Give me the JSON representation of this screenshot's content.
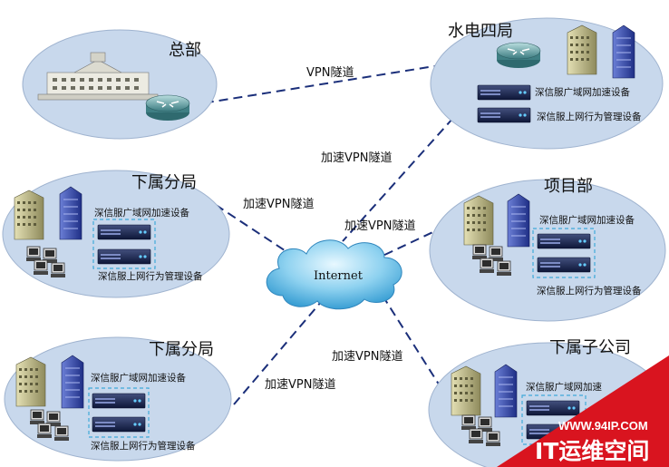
{
  "colors": {
    "ellipse_fill": "#c8d8ec",
    "ellipse_stroke": "#9fb3cf",
    "dash": "#1b2f7a",
    "watermark": "#d9141f"
  },
  "sites": {
    "hq": {
      "title": "总部"
    },
    "water": {
      "title": "水电四局",
      "device_wan": "深信服广域网加速设备",
      "device_behavior": "深信服上网行为管理设备"
    },
    "branch1": {
      "title": "下属分局",
      "device_wan": "深信服广域网加速设备",
      "device_behavior": "深信服上网行为管理设备"
    },
    "project": {
      "title": "项目部",
      "device_wan": "深信服广域网加速设备",
      "device_behavior": "深信服上网行为管理设备"
    },
    "branch2": {
      "title": "下属分局",
      "device_wan": "深信服广域网加速设备",
      "device_behavior": "深信服上网行为管理设备"
    },
    "sub": {
      "title": "下属子公司",
      "device_wan": "深信服广域网加速"
    }
  },
  "cloud": {
    "label": "Internet"
  },
  "tunnels": {
    "hq_water": "VPN隧道",
    "water_net": "加速VPN隧道",
    "branch1_net": "加速VPN隧道",
    "project_net": "加速VPN隧道",
    "sub_net": "加速VPN隧道",
    "branch2_net": "加速VPN隧道"
  },
  "watermark": {
    "url": "WWW.94IP.COM",
    "name": "IT运维空间"
  }
}
